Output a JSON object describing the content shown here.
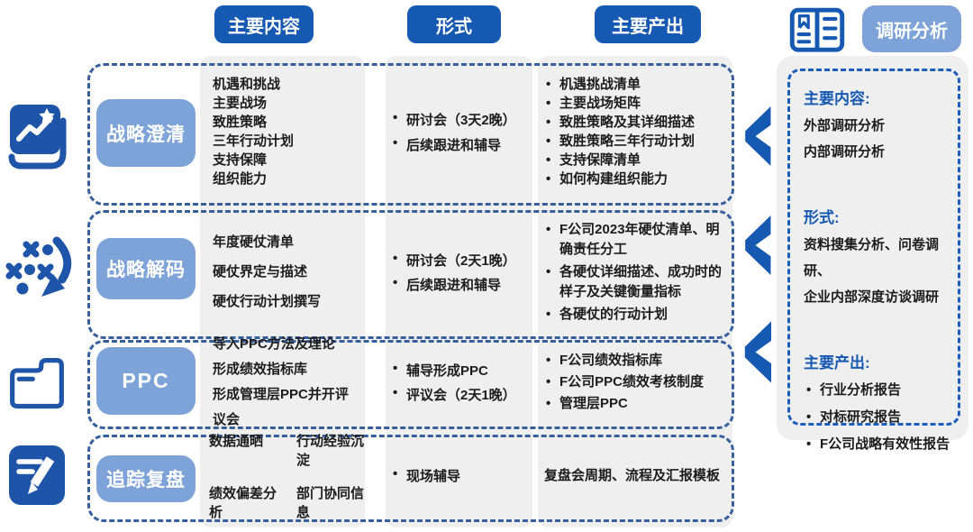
{
  "header": {
    "columns": [
      "主要内容",
      "形式",
      "主要产出"
    ],
    "research_label": "调研分析"
  },
  "rows": [
    {
      "label": "战略澄清",
      "icon": "book-chart-icon",
      "content": [
        "机遇和挑战",
        "主要战场",
        "致胜策略",
        "三年行动计划",
        "支持保障",
        "组织能力"
      ],
      "form": [
        "研讨会（3天2晚）",
        "后续跟进和辅导"
      ],
      "output": [
        "机遇挑战清单",
        "主要战场矩阵",
        "致胜策略及其详细描述",
        "致胜策略三年行动计划",
        "支持保障清单",
        "如何构建组织能力"
      ]
    },
    {
      "label": "战略解码",
      "icon": "scatter-arrow-icon",
      "content": [
        "年度硬仗清单",
        "硬仗界定与描述",
        "硬仗行动计划撰写"
      ],
      "form": [
        "研讨会（2天1晚）",
        "后续跟进和辅导"
      ],
      "output": [
        "F公司2023年硬仗清单、明确责任分工",
        "各硬仗详细描述、成功时的样子及关键衡量指标",
        "各硬仗的行动计划"
      ]
    },
    {
      "label": "PPC",
      "icon": "folder-icon",
      "content": [
        "导入PPC方法及理论",
        "形成绩效指标库",
        "形成管理层PPC并开评议会"
      ],
      "form": [
        "辅导形成PPC",
        "评议会（2天1晚）"
      ],
      "output": [
        "F公司绩效指标库",
        "F公司PPC绩效考核制度",
        "管理层PPC"
      ]
    },
    {
      "label": "追踪复盘",
      "icon": "pencil-notes-icon",
      "content": [
        "数据通晒",
        "行动经验沉淀",
        "绩效偏差分析",
        "部门协同信息"
      ],
      "form": [
        "现场辅导"
      ],
      "output": [
        "复盘会周期、流程及汇报模板"
      ]
    }
  ],
  "panel": {
    "sections": [
      {
        "title": "主要内容:",
        "items": [
          "外部调研分析",
          "内部调研分析"
        ]
      },
      {
        "title": "形式:",
        "items": [
          "资料搜集分析、问卷调研、",
          "企业内部深度访谈调研"
        ]
      },
      {
        "title": "主要产出:",
        "items": [
          "行业分析报告",
          "对标研究报告",
          "F公司战略有效性报告"
        ]
      }
    ]
  },
  "icons": [
    "book-chart-icon",
    "scatter-arrow-icon",
    "folder-icon",
    "pencil-notes-icon",
    "open-book-icon",
    "chevron-left-icon"
  ],
  "colors": {
    "primary_blue": "#1659b2",
    "light_blue": "#7ea3d8",
    "dash_border": "#365f9e",
    "panel_dash_border": "#1b5ebd",
    "column_gray": "#efeff0",
    "text": "#1c1c1c"
  }
}
